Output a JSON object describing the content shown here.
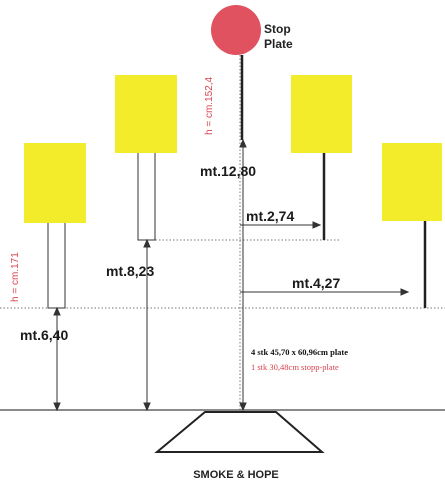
{
  "labels": {
    "stop_plate_line1": "Stop",
    "stop_plate_line2": "Plate",
    "height_stop": "h = cm.152,4",
    "height_plate": "h = cm.171",
    "dist_12_80": "mt.12,80",
    "dist_2_74": "mt.2,74",
    "dist_8_23": "mt.8,23",
    "dist_4_27": "mt.4,27",
    "dist_6_40": "mt.6,40",
    "note_plates": "4 stk 45,70 x 60,96cm plate",
    "note_stop": "1 stk 30,48cm stopp-plate",
    "shooting_box": "SMOKE & HOPE"
  },
  "colors": {
    "plate": "#f3ec2a",
    "stop_plate": "#e0525f",
    "label_red": "#d9434e",
    "line": "#222222"
  }
}
